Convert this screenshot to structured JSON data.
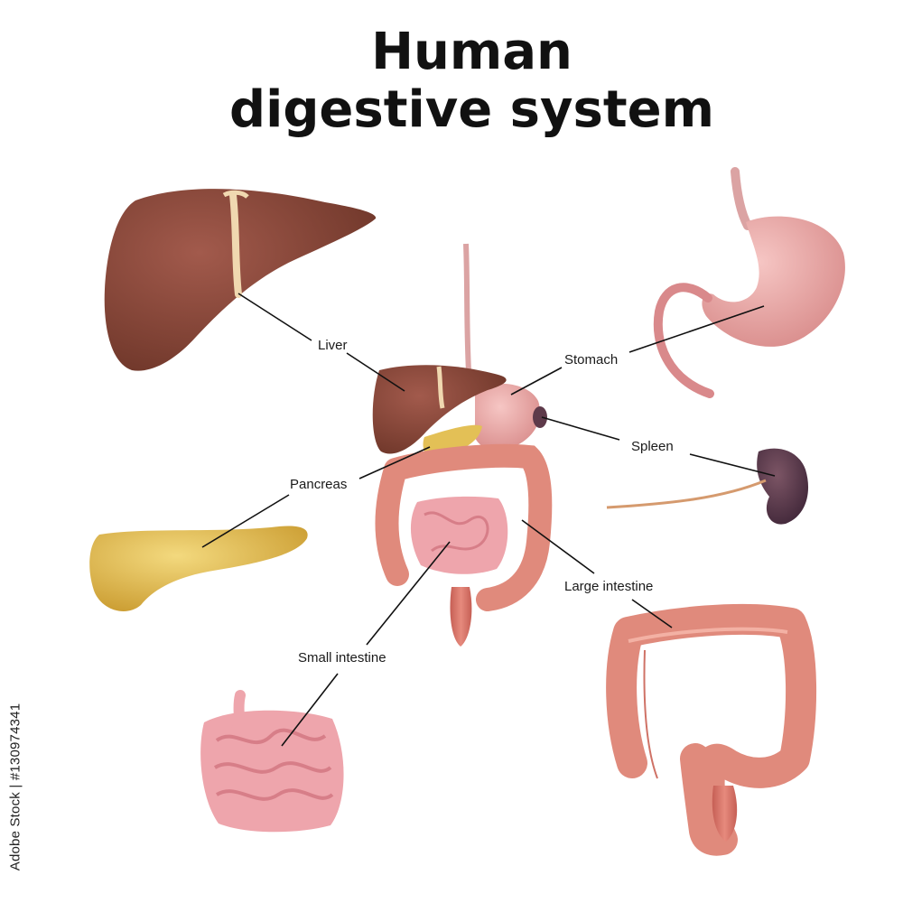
{
  "title": {
    "line1": "Human",
    "line2": "digestive system"
  },
  "labels": {
    "liver": "Liver",
    "stomach": "Stomach",
    "spleen": "Spleen",
    "pancreas": "Pancreas",
    "large_intestine": "Large intestine",
    "small_intestine": "Small intestine"
  },
  "stock_id": "Adobe Stock | #130974341",
  "colors": {
    "liver": "#8a4a3e",
    "stomach": "#e8a3a3",
    "spleen": "#5e3a4a",
    "pancreas": "#e3c056",
    "large_intestine": "#e08a7c",
    "small_intestine": "#eea5ac",
    "gallbladder_band": "#f0d8b0"
  }
}
